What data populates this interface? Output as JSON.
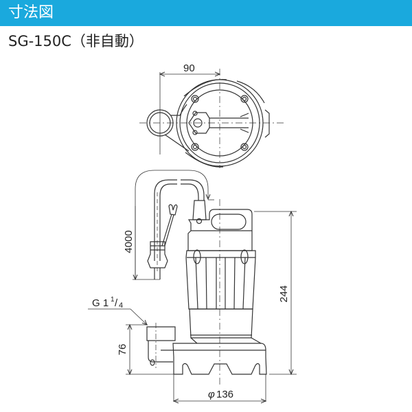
{
  "header": {
    "title": "寸法図",
    "color": "#1aa9dd"
  },
  "model": {
    "title": "SG-150C（非自動）"
  },
  "drawing": {
    "top_view": {
      "dimension_width": "90"
    },
    "side_view": {
      "cable_length": "4000",
      "height": "244",
      "outlet_height": "76",
      "outlet_thread": {
        "base": "G 1",
        "sup": "1",
        "slash": "/",
        "sub": "4"
      },
      "base_diameter_symbol": "φ",
      "base_diameter": "136"
    }
  }
}
